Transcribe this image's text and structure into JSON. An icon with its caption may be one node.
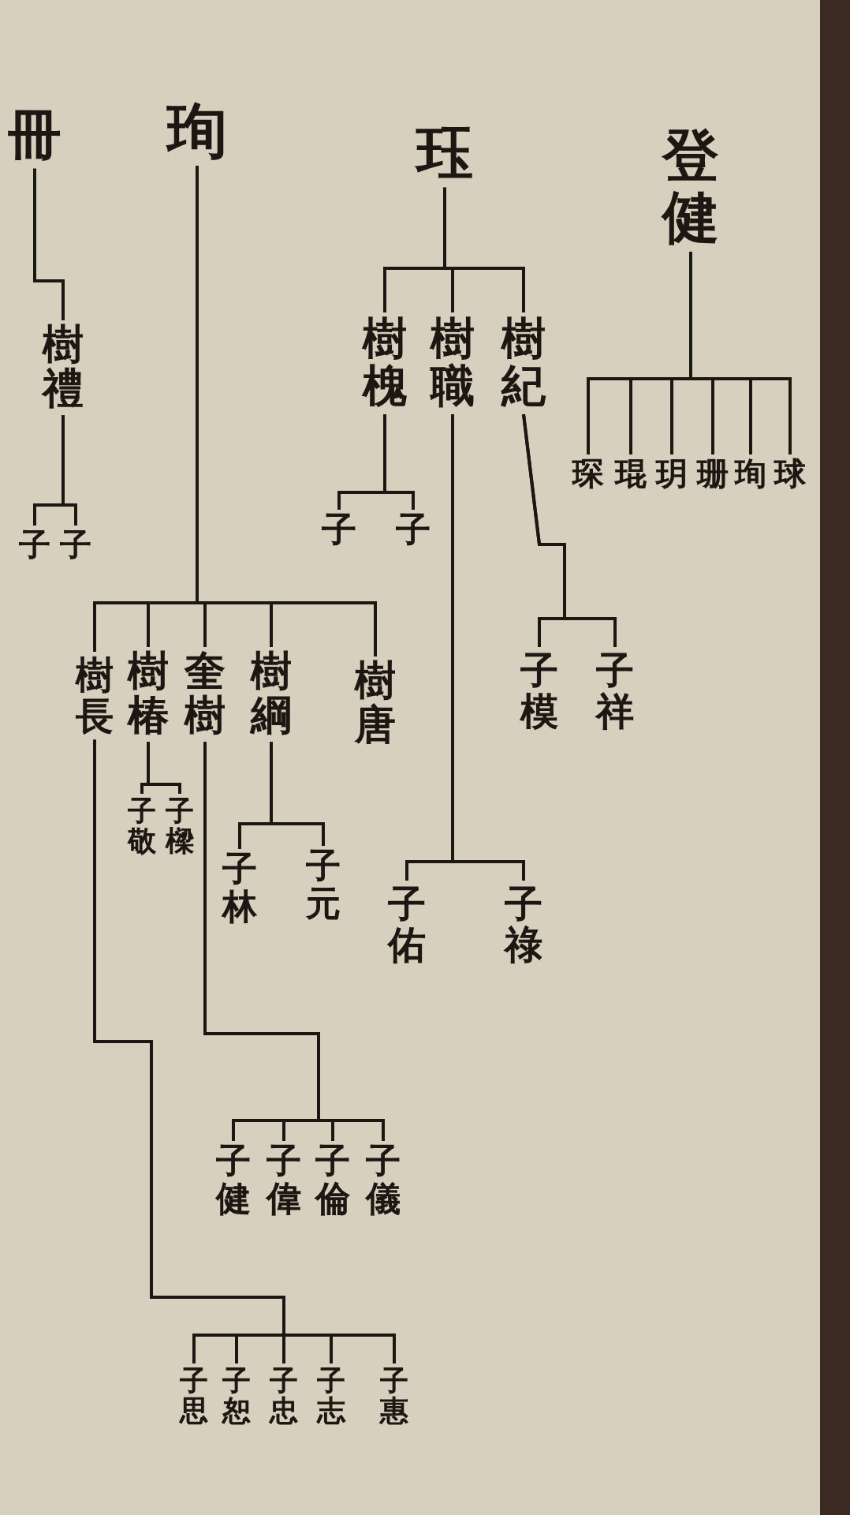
{
  "diagram": {
    "nodes": [
      {
        "text": [
          "冊"
        ]
      },
      {
        "text": [
          "樹禮"
        ]
      },
      {
        "text": [
          "子"
        ]
      },
      {
        "text": [
          "子"
        ]
      },
      {
        "text": [
          "珣"
        ]
      },
      {
        "text": [
          "樹長"
        ]
      },
      {
        "text": [
          "樹椿"
        ]
      },
      {
        "text": [
          "奎樹"
        ]
      },
      {
        "text": [
          "樹綱"
        ]
      },
      {
        "text": [
          "樹唐"
        ]
      },
      {
        "text": [
          "子敬"
        ]
      },
      {
        "text": [
          "子樑"
        ]
      },
      {
        "text": [
          "子林"
        ]
      },
      {
        "text": [
          "子元"
        ]
      },
      {
        "text": [
          "子健"
        ]
      },
      {
        "text": [
          "子偉"
        ]
      },
      {
        "text": [
          "子倫"
        ]
      },
      {
        "text": [
          "子儀"
        ]
      },
      {
        "text": [
          "子思"
        ]
      },
      {
        "text": [
          "子恕"
        ]
      },
      {
        "text": [
          "子忠"
        ]
      },
      {
        "text": [
          "子志"
        ]
      },
      {
        "text": [
          "子惠"
        ]
      },
      {
        "text": [
          "珏"
        ]
      },
      {
        "text": [
          "樹槐"
        ]
      },
      {
        "text": [
          "樹職"
        ]
      },
      {
        "text": [
          "樹紀"
        ]
      },
      {
        "text": [
          "子"
        ]
      },
      {
        "text": [
          "子"
        ]
      },
      {
        "text": [
          "子佑"
        ]
      },
      {
        "text": [
          "子祿"
        ]
      },
      {
        "text": [
          "子模"
        ]
      },
      {
        "text": [
          "子祥"
        ]
      },
      {
        "text": [
          "登健"
        ]
      },
      {
        "text": [
          "琛"
        ]
      },
      {
        "text": [
          "琨"
        ]
      },
      {
        "text": [
          "玥"
        ]
      },
      {
        "text": [
          "珊"
        ]
      },
      {
        "text": [
          "珣"
        ]
      },
      {
        "text": [
          "球"
        ]
      }
    ],
    "edges": [
      {
        "from": 0,
        "to": 1,
        "arrow": "none"
      },
      {
        "from": 1,
        "to": 2,
        "arrow": "none"
      },
      {
        "from": 1,
        "to": 3,
        "arrow": "none"
      },
      {
        "from": 4,
        "to": 5,
        "arrow": "none"
      },
      {
        "from": 4,
        "to": 6,
        "arrow": "none"
      },
      {
        "from": 4,
        "to": 7,
        "arrow": "none"
      },
      {
        "from": 4,
        "to": 8,
        "arrow": "none"
      },
      {
        "from": 4,
        "to": 9,
        "arrow": "none"
      },
      {
        "from": 6,
        "to": 10,
        "arrow": "none"
      },
      {
        "from": 6,
        "to": 11,
        "arrow": "none"
      },
      {
        "from": 8,
        "to": 12,
        "arrow": "none"
      },
      {
        "from": 8,
        "to": 13,
        "arrow": "none"
      },
      {
        "from": 7,
        "to": 14,
        "arrow": "none"
      },
      {
        "from": 7,
        "to": 15,
        "arrow": "none"
      },
      {
        "from": 7,
        "to": 16,
        "arrow": "none"
      },
      {
        "from": 7,
        "to": 17,
        "arrow": "none"
      },
      {
        "from": 5,
        "to": 18,
        "arrow": "none"
      },
      {
        "from": 5,
        "to": 19,
        "arrow": "none"
      },
      {
        "from": 5,
        "to": 20,
        "arrow": "none"
      },
      {
        "from": 5,
        "to": 21,
        "arrow": "none"
      },
      {
        "from": 5,
        "to": 22,
        "arrow": "none"
      },
      {
        "from": 23,
        "to": 24,
        "arrow": "none"
      },
      {
        "from": 23,
        "to": 25,
        "arrow": "none"
      },
      {
        "from": 23,
        "to": 26,
        "arrow": "none"
      },
      {
        "from": 24,
        "to": 27,
        "arrow": "none"
      },
      {
        "from": 24,
        "to": 28,
        "arrow": "none"
      },
      {
        "from": 25,
        "to": 29,
        "arrow": "none"
      },
      {
        "from": 25,
        "to": 30,
        "arrow": "none"
      },
      {
        "from": 26,
        "to": 31,
        "arrow": "none"
      },
      {
        "from": 26,
        "to": 32,
        "arrow": "none"
      },
      {
        "from": 33,
        "to": 34,
        "arrow": "none"
      },
      {
        "from": 33,
        "to": 35,
        "arrow": "none"
      },
      {
        "from": 33,
        "to": 36,
        "arrow": "none"
      },
      {
        "from": 33,
        "to": 37,
        "arrow": "none"
      },
      {
        "from": 33,
        "to": 38,
        "arrow": "none"
      },
      {
        "from": 33,
        "to": 39,
        "arrow": "none"
      }
    ]
  }
}
